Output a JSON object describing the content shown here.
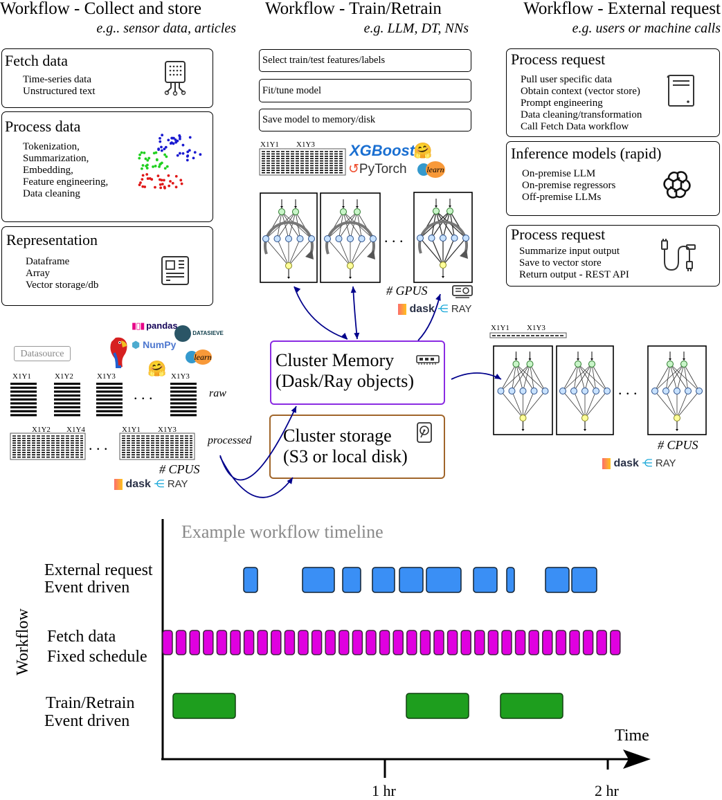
{
  "columns": {
    "collect": {
      "title": "Workflow - Collect and store",
      "subtitle": "e.g.. sensor data, articles"
    },
    "train": {
      "title": "Workflow - Train/Retrain",
      "subtitle": "e.g. LLM, DT, NNs"
    },
    "external": {
      "title": "Workflow - External request",
      "subtitle": "e.g. users or machine calls"
    }
  },
  "collect_boxes": [
    {
      "title": "Fetch data",
      "lines": [
        "Time-series data",
        "Unstructured text"
      ]
    },
    {
      "title": "Process data",
      "lines": [
        "Tokenization,",
        "Summarization,",
        "Embedding,",
        "Feature engineering,",
        "Data cleaning"
      ]
    },
    {
      "title": "Representation",
      "lines": [
        "Dataframe",
        "Array",
        "Vector storage/db"
      ]
    }
  ],
  "train_steps": [
    "Select train/test features/labels",
    "Fit/tune model",
    "Save model to memory/disk"
  ],
  "external_boxes": [
    {
      "title": "Process request",
      "lines": [
        "Pull user specific data",
        "Obtain context (vector store)",
        "Prompt engineering",
        "Data cleaning/transformation",
        "Call Fetch Data workflow"
      ]
    },
    {
      "title": "Inference models (rapid)",
      "lines": [
        "On-premise LLM",
        "On-premise regressors",
        "Off-premise LLMs"
      ]
    },
    {
      "title": "Process request",
      "lines": [
        "Summarize input output",
        "Save to vector store",
        "Return output - REST API"
      ]
    }
  ],
  "logos": {
    "xgboost": "XGBoost",
    "pytorch": "PyTorch",
    "learn": "learn",
    "pandas": "pandas",
    "numpy": "NumPy",
    "datasieve": "DATASIEVE",
    "dask": "dask",
    "ray": "RAY"
  },
  "datasource": "Datasource",
  "col_labels": {
    "x1y1": "X1Y1",
    "x1y2": "X1Y2",
    "x1y3": "X1Y3",
    "x1y4": "X1Y4"
  },
  "labels": {
    "raw": "raw",
    "processed": "processed",
    "cpus": "# CPUS",
    "gpus": "# GPUS",
    "dots": ". . ."
  },
  "cluster_memory": {
    "line1": "Cluster Memory",
    "line2": "(Dask/Ray objects)"
  },
  "cluster_storage": {
    "line1": "Cluster storage",
    "line2": "(S3 or local disk)"
  },
  "colors": {
    "memory_border": "#8a2be2",
    "storage_border": "#a0652a",
    "arrow": "#00008b",
    "external": "#3a8ff5",
    "fetch": "#e000e0",
    "train": "#1e9e1e"
  },
  "timeline": {
    "title": "Example workflow timeline",
    "ylabel": "Workflow",
    "xlabel": "Time",
    "ticks": [
      "1 hr",
      "2 hr"
    ],
    "rows": [
      {
        "line1": "External request",
        "line2": "Event driven"
      },
      {
        "line1": "Fetch data",
        "line2": "Fixed schedule"
      },
      {
        "line1": "Train/Retrain",
        "line2": "Event driven"
      }
    ]
  }
}
